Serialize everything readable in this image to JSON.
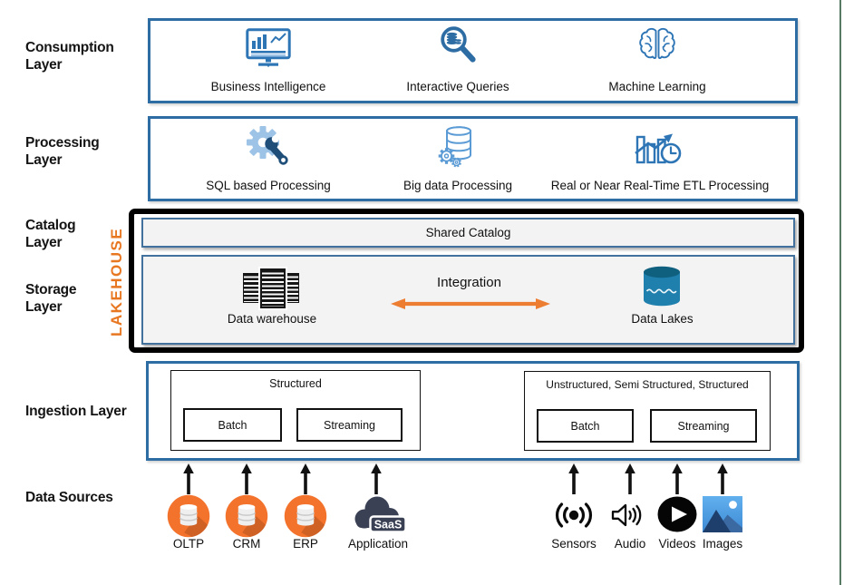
{
  "colors": {
    "layer_border_blue": "#2e6da4",
    "panel_border_blue": "#41719c",
    "panel_fill": "#f3f3f3",
    "lakehouse_frame_black": "#000000",
    "lakehouse_text_orange": "#e87722",
    "integration_arrow_orange": "#ed7d31",
    "right_rule_green": "#567a64",
    "icon_blue": "#2e75b5",
    "icon_light_blue": "#9dc3e6",
    "source_orange": "#f3722c",
    "saas_navy": "#3a4154"
  },
  "row_labels": {
    "consumption": "Consumption Layer",
    "processing": "Processing Layer",
    "catalog": "Catalog Layer",
    "storage": "Storage Layer",
    "ingestion": "Ingestion Layer",
    "data_sources": "Data Sources"
  },
  "lakehouse_label": "LAKEHOUSE",
  "consumption": {
    "items": [
      {
        "icon": "business-intelligence-icon",
        "label": "Business Intelligence"
      },
      {
        "icon": "interactive-queries-icon",
        "label": "Interactive Queries"
      },
      {
        "icon": "machine-learning-icon",
        "label": "Machine Learning"
      }
    ]
  },
  "processing": {
    "items": [
      {
        "icon": "sql-processing-icon",
        "label": "SQL based Processing"
      },
      {
        "icon": "big-data-processing-icon",
        "label": "Big data Processing"
      },
      {
        "icon": "realtime-etl-icon",
        "label": "Real or Near Real-Time ETL Processing"
      }
    ]
  },
  "catalog": {
    "title": "Shared Catalog"
  },
  "storage": {
    "warehouse": {
      "icon": "data-warehouse-icon",
      "label": "Data warehouse"
    },
    "integration_label": "Integration",
    "lakes": {
      "icon": "data-lake-icon",
      "label": "Data Lakes"
    }
  },
  "ingestion": {
    "structured_group": {
      "title": "Structured",
      "batch": "Batch",
      "streaming": "Streaming"
    },
    "unstructured_group": {
      "title": "Unstructured, Semi Structured, Structured",
      "batch": "Batch",
      "streaming": "Streaming"
    }
  },
  "data_sources": {
    "items_left": [
      {
        "icon": "oltp-database-icon",
        "label": "OLTP"
      },
      {
        "icon": "crm-database-icon",
        "label": "CRM"
      },
      {
        "icon": "erp-database-icon",
        "label": "ERP"
      },
      {
        "icon": "saas-cloud-icon",
        "label": "Application",
        "badge": "SaaS"
      }
    ],
    "items_right": [
      {
        "icon": "sensors-icon",
        "label": "Sensors"
      },
      {
        "icon": "audio-icon",
        "label": "Audio"
      },
      {
        "icon": "videos-icon",
        "label": "Videos"
      },
      {
        "icon": "images-icon",
        "label": "Images"
      }
    ]
  }
}
